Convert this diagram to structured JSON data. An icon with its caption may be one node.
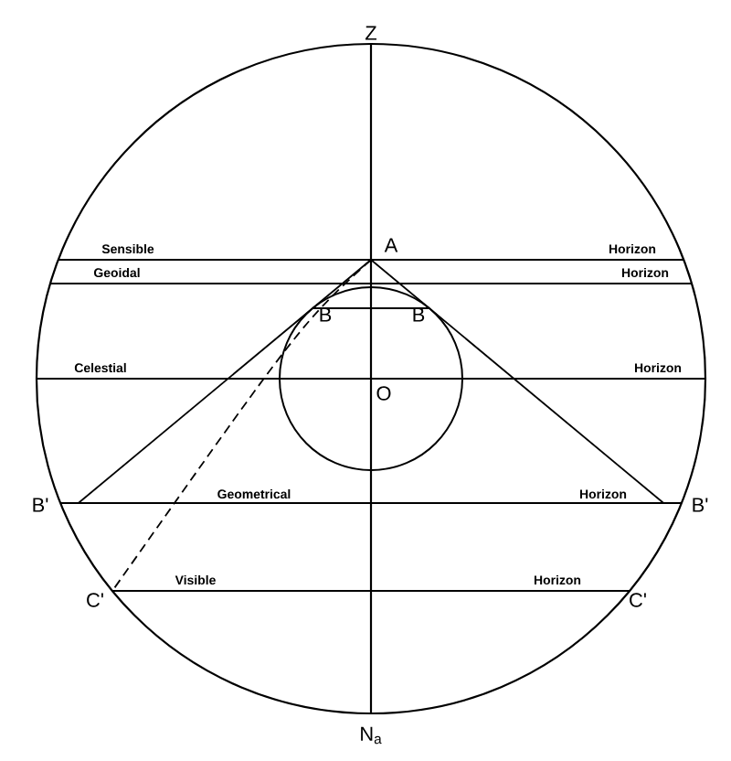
{
  "diagram": {
    "labels": [
      "Z",
      "Sensible",
      "A",
      "Horizon",
      "Geoidal",
      "Horizon",
      "B",
      "B",
      "Celestial",
      "Horizon",
      "O",
      "B'",
      "Geometrical",
      "Horizon",
      "B'",
      "C'",
      "Visible",
      "Horizon",
      "C'",
      "N$_{a}$"
    ]
  }
}
